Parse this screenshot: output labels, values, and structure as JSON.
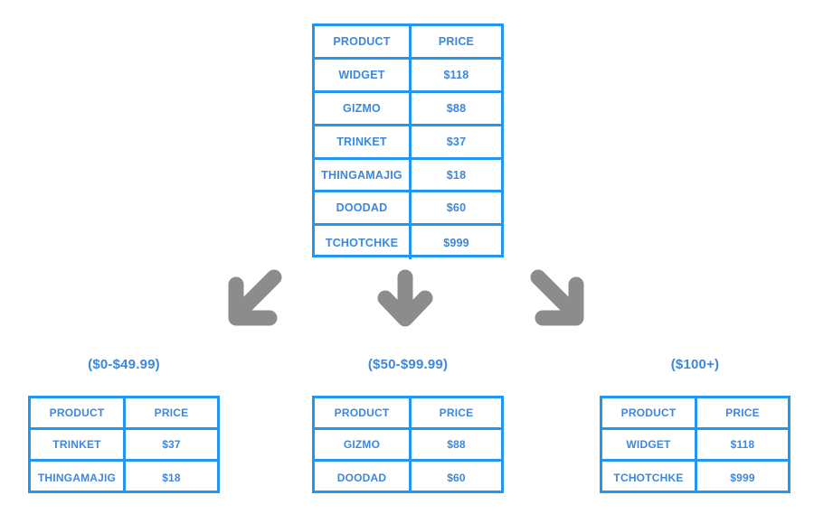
{
  "diagram": {
    "title_hidden": "",
    "arrow_color": "#8c8c8c",
    "table_border_color": "#2196f3",
    "table_text_color": "#3d87dd"
  },
  "source_table": {
    "name": "all-products",
    "columns": [
      "PRODUCT",
      "PRICE"
    ],
    "rows": [
      {
        "product": "WIDGET",
        "price": "$118"
      },
      {
        "product": "GIZMO",
        "price": "$88"
      },
      {
        "product": "TRINKET",
        "price": "$37"
      },
      {
        "product": "THINGAMAJIG",
        "price": "$18"
      },
      {
        "product": "DOODAD",
        "price": "$60"
      },
      {
        "product": "TCHOTCHKE",
        "price": "$999"
      }
    ]
  },
  "groups": [
    {
      "label": "($0-$49.99)",
      "columns": [
        "PRODUCT",
        "PRICE"
      ],
      "rows": [
        {
          "product": "TRINKET",
          "price": "$37"
        },
        {
          "product": "THINGAMAJIG",
          "price": "$18"
        }
      ]
    },
    {
      "label": "($50-$99.99)",
      "columns": [
        "PRODUCT",
        "PRICE"
      ],
      "rows": [
        {
          "product": "GIZMO",
          "price": "$88"
        },
        {
          "product": "DOODAD",
          "price": "$60"
        }
      ]
    },
    {
      "label": "($100+)",
      "columns": [
        "PRODUCT",
        "PRICE"
      ],
      "rows": [
        {
          "product": "WIDGET",
          "price": "$118"
        },
        {
          "product": "TCHOTCHKE",
          "price": "$999"
        }
      ]
    }
  ],
  "arrows": [
    {
      "name": "arrow-down-left-icon",
      "direction": "down-left"
    },
    {
      "name": "arrow-down-icon",
      "direction": "down"
    },
    {
      "name": "arrow-down-right-icon",
      "direction": "down-right"
    }
  ]
}
